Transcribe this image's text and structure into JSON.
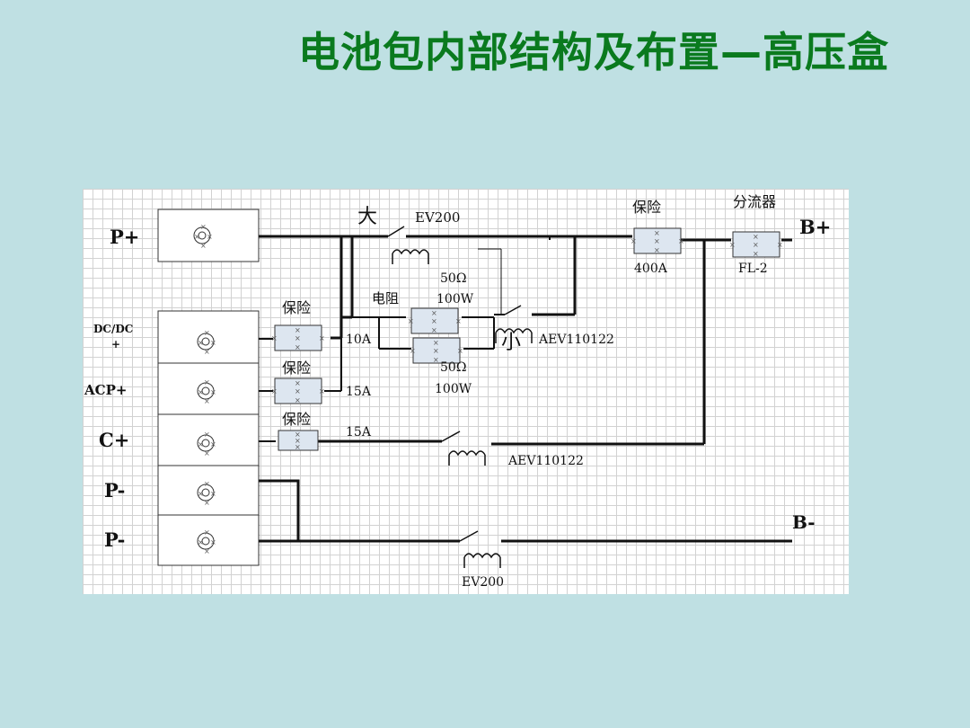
{
  "title": "电池包内部结构及布置—高压盒",
  "colors": {
    "title": "#0a7a1e",
    "background": "#bfe0e3",
    "wire": "#111111",
    "fuse_fill": "#dde6f0"
  },
  "terminals": {
    "p_plus": "P+",
    "dcdc_line1": "DC/DC",
    "dcdc_line2": "+",
    "acp_plus": "ACP+",
    "c_plus": "C+",
    "p_minus_1": "P-",
    "p_minus_2": "P-",
    "b_plus": "B+",
    "b_minus": "B-"
  },
  "labels": {
    "da": "大",
    "xiao": "小",
    "ev200_top": "EV200",
    "ev200_bottom": "EV200",
    "fuse_main": "保险",
    "fuse_main_rating": "400A",
    "shunt": "分流器",
    "shunt_model": "FL-2",
    "resistor": "电阻",
    "res1_value": "50Ω",
    "res1_power": "100W",
    "res2_value": "50Ω",
    "res2_power": "100W",
    "aev_precharge": "AEV110122",
    "aev_c": "AEV110122",
    "fuse_dcdc": "保险",
    "fuse_dcdc_rating": "10A",
    "fuse_acp": "保险",
    "fuse_acp_rating": "15A",
    "fuse_c": "保险",
    "fuse_c_rating": "15A"
  }
}
